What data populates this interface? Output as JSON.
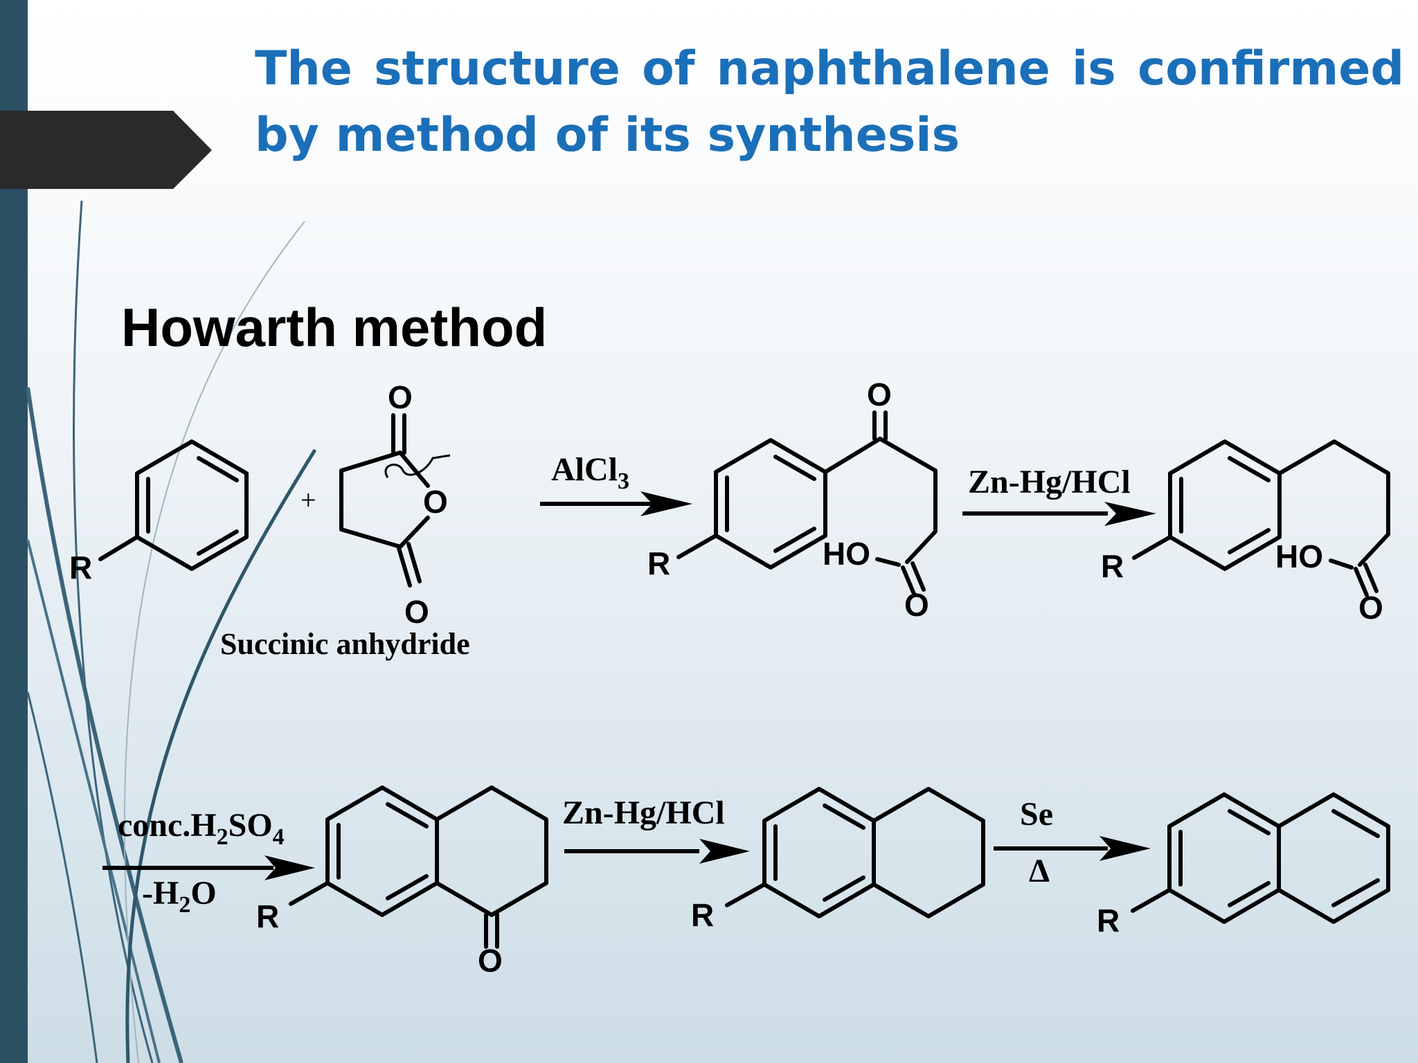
{
  "slide": {
    "title": "The structure of naphthalene is confirmed by method of its synthesis",
    "heading": "Howarth method"
  },
  "reaction": {
    "reactant_substituent": "R",
    "plus_sign": "+",
    "reagent_name": "Succinic anhydride",
    "step1": {
      "reagent": "AlCl",
      "sub": "3"
    },
    "step2": {
      "reagent": "Zn-Hg/HCl"
    },
    "step3": {
      "reagent_pre": "conc.H",
      "sub1": "2",
      "reagent_mid": "SO",
      "sub2": "4",
      "byproduct_pre": "-H",
      "byproduct_sub": "2",
      "byproduct_post": "O"
    },
    "step4": {
      "reagent": "Zn-Hg/HCl"
    },
    "step5": {
      "reagent": "Se",
      "condition": "Δ"
    },
    "atoms": {
      "oxygen": "O",
      "hydroxyl": "HO",
      "substituent": "R"
    }
  },
  "colors": {
    "sidebar": "#2c5063",
    "tab": "#2a2a2a",
    "title": "#1b6fb8"
  }
}
